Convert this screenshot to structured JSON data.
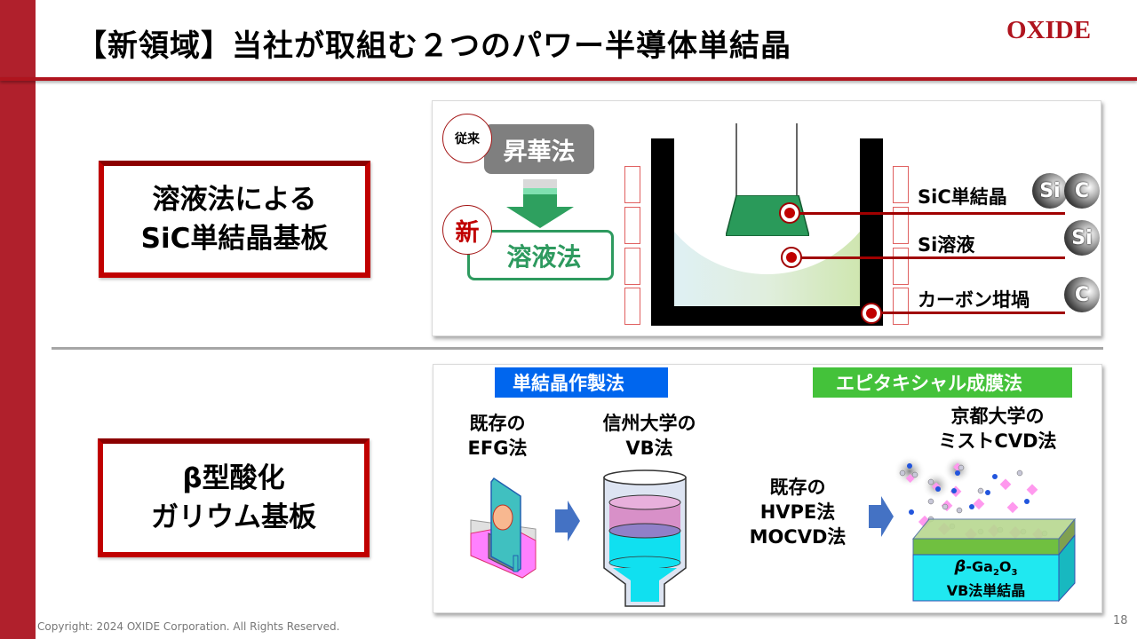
{
  "slide": {
    "title": "【新領域】当社が取組む２つのパワー半導体単結晶",
    "logo": "OXIDE",
    "page_number": "18",
    "copyright": "Copyright: 2024 OXIDE Corporation. All Rights Reserved.",
    "colors": {
      "sidebar": "#b0202c",
      "accent_red": "#b0141e",
      "green": "#2e9a5f",
      "blue_header": "#0066ee",
      "green_header": "#44c23a"
    }
  },
  "sic_section": {
    "label_line1": "溶液法による",
    "label_line2": "SiC単結晶基板",
    "old_badge": "従来",
    "old_method": "昇華法",
    "new_badge": "新",
    "new_method": "溶液法",
    "legend": [
      {
        "label": "SiC単結晶",
        "elements": [
          "Si",
          "C"
        ]
      },
      {
        "label": "Si溶液",
        "elements": [
          "Si"
        ]
      },
      {
        "label": "カーボン坩堝",
        "elements": [
          "C"
        ]
      }
    ]
  },
  "ga_section": {
    "label_line1": "β型酸化",
    "label_line2": "ガリウム基板",
    "crystal_header": "単結晶作製法",
    "epi_header": "エピタキシャル成膜法",
    "existing_efg_line1": "既存の",
    "existing_efg_line2": "EFG法",
    "vb_line1": "信州大学の",
    "vb_line2": "VB法",
    "existing_epi_line1": "既存の",
    "existing_epi_line2": "HVPE法",
    "existing_epi_line3": "MOCVD法",
    "mist_line1": "京都大学の",
    "mist_line2": "ミストCVD法",
    "substrate_line1_prefix": "β",
    "substrate_line1_formula": "-Ga",
    "substrate_sub1": "2",
    "substrate_o": "O",
    "substrate_sub2": "3",
    "substrate_line2": "VB法単結晶"
  }
}
